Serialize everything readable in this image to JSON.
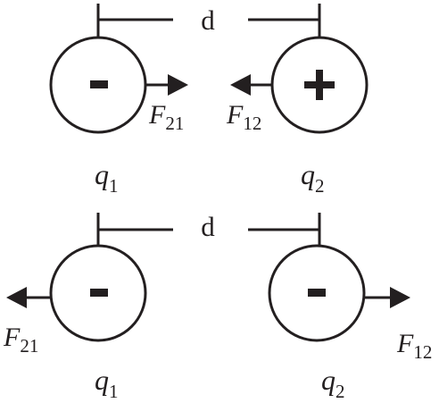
{
  "separation_label": "d",
  "top": {
    "left_charge": {
      "sign": "-",
      "name": "q",
      "sub": "1"
    },
    "right_charge": {
      "sign": "+",
      "name": "q",
      "sub": "2"
    },
    "force_on_left": {
      "name": "F",
      "sub": "21",
      "direction": "right"
    },
    "force_on_right": {
      "name": "F",
      "sub": "12",
      "direction": "left"
    }
  },
  "bottom": {
    "left_charge": {
      "sign": "-",
      "name": "q",
      "sub": "1"
    },
    "right_charge": {
      "sign": "-",
      "name": "q",
      "sub": "2"
    },
    "force_on_left": {
      "name": "F",
      "sub": "21",
      "direction": "left"
    },
    "force_on_right": {
      "name": "F",
      "sub": "12",
      "direction": "right"
    }
  },
  "colors": {
    "ink": "#231f20",
    "fill": "#ffffff"
  }
}
